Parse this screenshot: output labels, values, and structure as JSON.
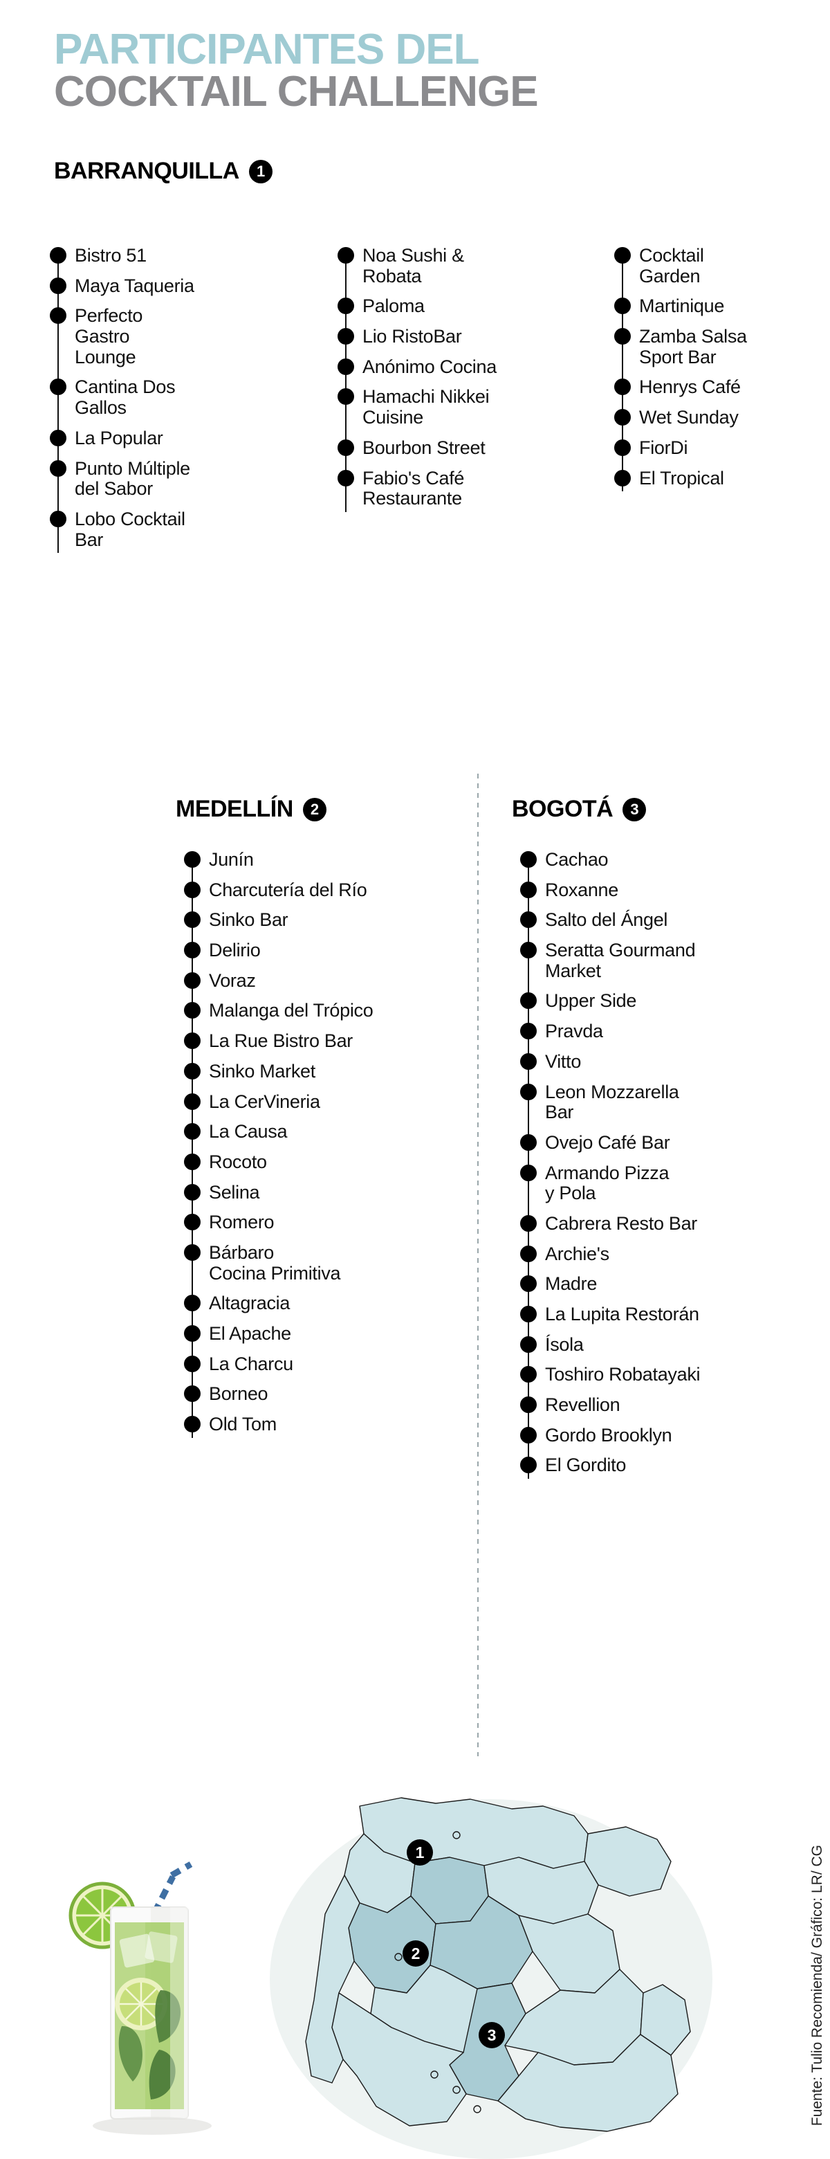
{
  "title": {
    "line1": "PARTICIPANTES DEL",
    "line2": "COCKTAIL CHALLENGE",
    "color1": "#9fcbd3",
    "color2": "#8b8b8e"
  },
  "sections": [
    {
      "name": "BARRANQUILLA",
      "badge": "1",
      "columns": [
        [
          "Bistro 51",
          "Maya Taqueria",
          "Perfecto Gastro\nLounge",
          "Cantina Dos Gallos",
          "La Popular",
          "Punto Múltiple\ndel Sabor",
          "Lobo Cocktail Bar"
        ],
        [
          "Noa Sushi &\nRobata",
          "Paloma",
          "Lio RistoBar",
          "Anónimo Cocina",
          "Hamachi Nikkei\nCuisine",
          "Bourbon Street",
          "Fabio's Café\nRestaurante"
        ],
        [
          "Cocktail\nGarden",
          "Martinique",
          "Zamba Salsa\nSport Bar",
          "Henrys Café",
          "Wet Sunday",
          "FiorDi",
          "El Tropical"
        ]
      ]
    },
    {
      "name": "MEDELLÍN",
      "badge": "2",
      "columns": [
        [
          "Junín",
          "Charcutería del Río",
          "Sinko Bar",
          "Delirio",
          "Voraz",
          "Malanga del Trópico",
          " La Rue Bistro Bar",
          " Sinko Market",
          "La CerVineria",
          "La Causa",
          " Rocoto",
          " Selina",
          "Romero",
          "Bárbaro\nCocina Primitiva",
          " Altagracia",
          "El Apache",
          "La Charcu",
          "Borneo",
          "Old Tom"
        ]
      ]
    },
    {
      "name": "BOGOTÁ",
      "badge": "3",
      "columns": [
        [
          "Cachao",
          "Roxanne",
          "Salto del Ángel",
          "Seratta Gourmand\nMarket",
          "Upper Side",
          "Pravda",
          "Vitto",
          "Leon Mozzarella\nBar",
          "Ovejo Café Bar",
          "Armando Pizza\ny Pola",
          "Cabrera Resto Bar",
          "Archie's",
          "Madre",
          "La Lupita Restorán",
          "Ísola",
          "Toshiro Robatayaki",
          "Revellion",
          "Gordo Brooklyn",
          "El Gordito"
        ]
      ]
    }
  ],
  "map": {
    "badges": [
      {
        "label": "1"
      },
      {
        "label": "2"
      },
      {
        "label": "3"
      }
    ],
    "land_color": "#cde4e8",
    "highlight_color": "#a9ccd4"
  },
  "source": "Fuente: Tulio Recomienda/ Gráfico: LR/ CG"
}
